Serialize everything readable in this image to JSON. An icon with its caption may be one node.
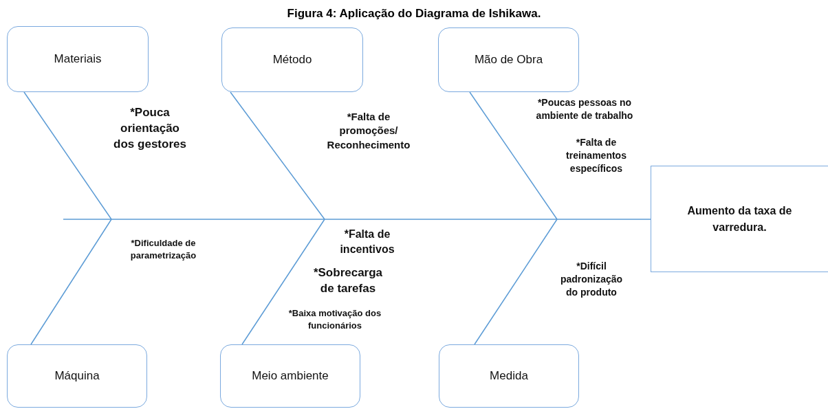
{
  "diagram": {
    "title": "Figura 4: Aplicação do Diagrama de Ishikawa.",
    "nodes": [
      {
        "text": [
          "Materiais"
        ]
      },
      {
        "text": [
          "Método"
        ]
      },
      {
        "text": [
          "Mão de Obra"
        ]
      },
      {
        "text": [
          "Aumento da taxa de varredura."
        ]
      },
      {
        "text": [
          "Máquina"
        ]
      },
      {
        "text": [
          "Meio ambiente"
        ]
      },
      {
        "text": [
          "Medida"
        ]
      }
    ],
    "edges": [
      {
        "from": null,
        "to": 3,
        "arrow": "none"
      },
      {
        "from": 0,
        "to": null,
        "arrow": "none"
      },
      {
        "from": 1,
        "to": null,
        "arrow": "none"
      },
      {
        "from": 2,
        "to": null,
        "arrow": "none"
      },
      {
        "from": 4,
        "to": null,
        "arrow": "none"
      },
      {
        "from": 5,
        "to": null,
        "arrow": "none"
      },
      {
        "from": 6,
        "to": null,
        "arrow": "none"
      }
    ],
    "labels": [
      "*Pouca orientação dos gestores",
      "*Falta de promoções/ Reconhecimento",
      "*Poucas pessoas no ambiente de trabalho",
      "*Falta de treinamentos específicos",
      "*Dificuldade de parametrização",
      "*Falta de incentivos",
      "*Sobrecarga de tarefas",
      "*Baixa motivação dos funcionários",
      "*Difícil padronização do produto"
    ]
  }
}
